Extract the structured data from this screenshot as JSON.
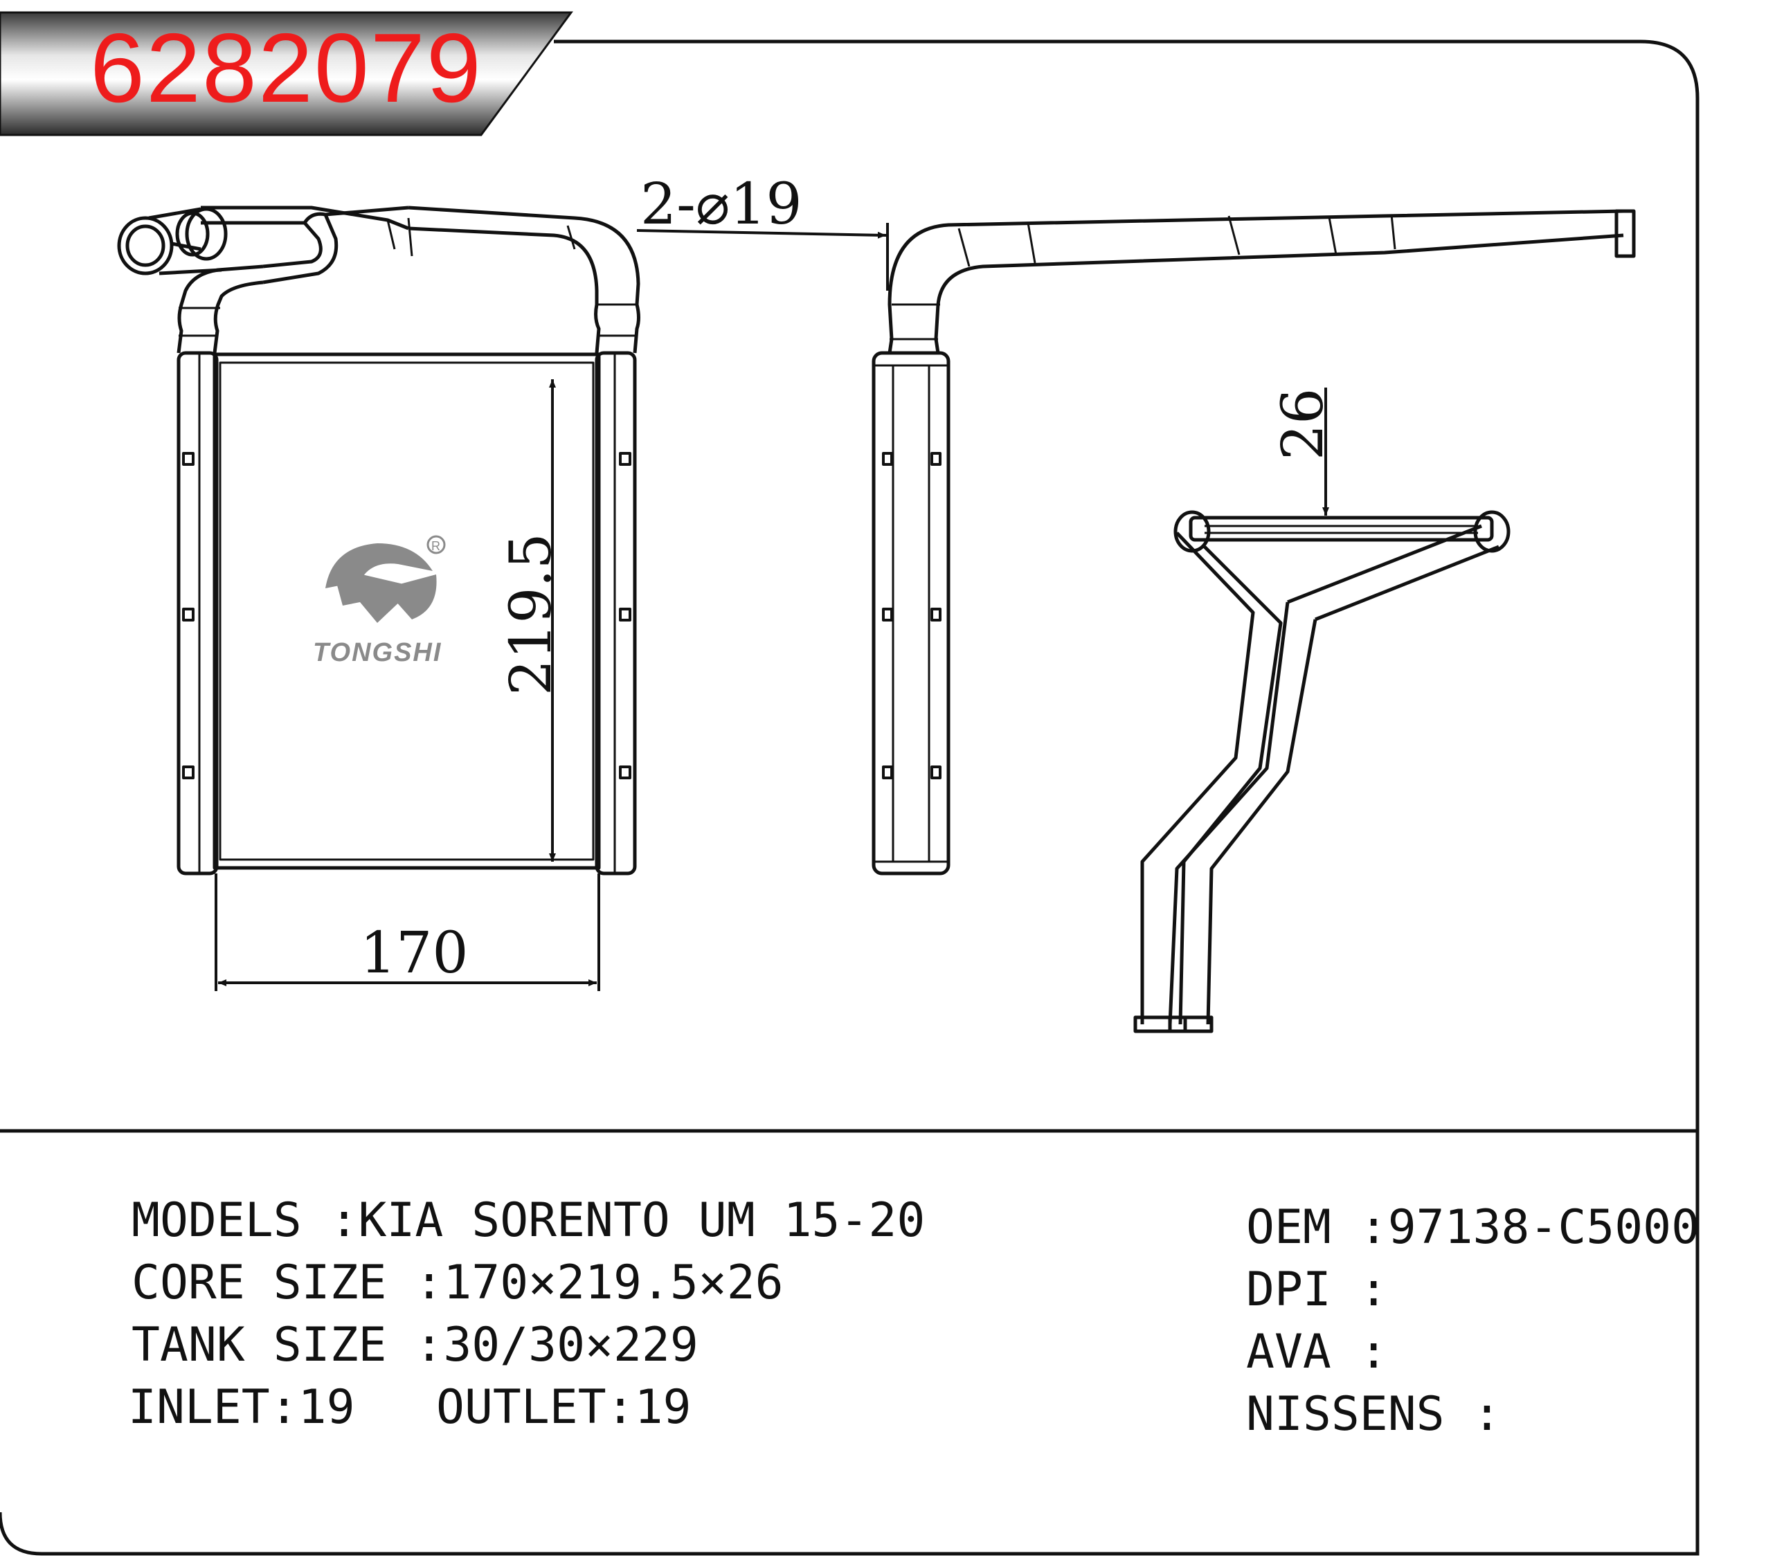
{
  "part_number": "6282079",
  "dimensions": {
    "core_width": "170",
    "core_height": "219.5",
    "core_depth": "26",
    "pipe_diameter": "2-⌀19"
  },
  "logo": {
    "brand_text": "TONGSHI",
    "registered_mark": "R"
  },
  "specs": {
    "models": "MODELS :KIA SORENTO UM 15-20",
    "core_size": "CORE SIZE :170×219.5×26",
    "tank_size": "TANK SIZE :30/30×229",
    "inlet": "INLET:19",
    "outlet": "OUTLET:19"
  },
  "cross_refs": {
    "oem": "OEM :97138-C5000",
    "dpi": "DPI :",
    "ava": "AVA :",
    "nissens": "NISSENS :"
  },
  "colors": {
    "part_number": "#ee1c1c",
    "line": "#111111",
    "logo": "#8a8a8a"
  }
}
